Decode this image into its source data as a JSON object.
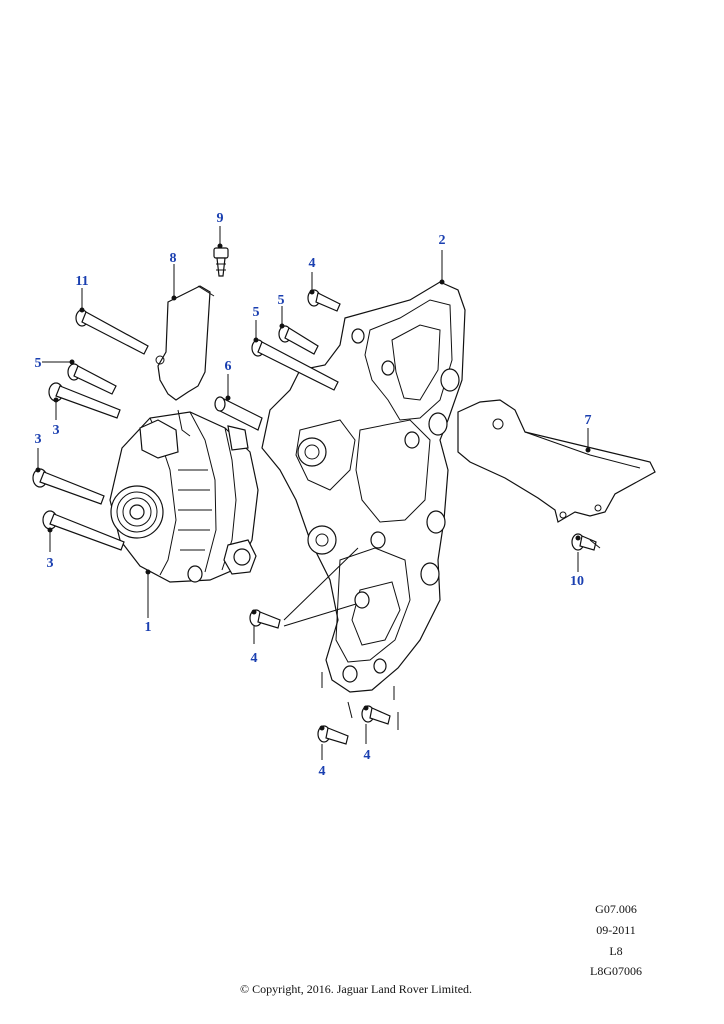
{
  "diagram": {
    "callouts": [
      {
        "id": "c1",
        "label": "1"
      },
      {
        "id": "c2",
        "label": "2"
      },
      {
        "id": "c3a",
        "label": "3"
      },
      {
        "id": "c3b",
        "label": "3"
      },
      {
        "id": "c3c",
        "label": "3"
      },
      {
        "id": "c4a",
        "label": "4"
      },
      {
        "id": "c4b",
        "label": "4"
      },
      {
        "id": "c4c",
        "label": "4"
      },
      {
        "id": "c4d",
        "label": "4"
      },
      {
        "id": "c5a",
        "label": "5"
      },
      {
        "id": "c5b",
        "label": "5"
      },
      {
        "id": "c5c",
        "label": "5"
      },
      {
        "id": "c6",
        "label": "6"
      },
      {
        "id": "c7",
        "label": "7"
      },
      {
        "id": "c8",
        "label": "8"
      },
      {
        "id": "c9",
        "label": "9"
      },
      {
        "id": "c10",
        "label": "10"
      },
      {
        "id": "c11",
        "label": "11"
      }
    ],
    "colors": {
      "callout": "#1a3fb0",
      "line": "#111111"
    }
  },
  "footer": {
    "code": "G07.006",
    "date": "09-2011",
    "model": "L8",
    "ref": "L8G07006",
    "copyright": "© Copyright, 2016. Jaguar Land Rover Limited."
  }
}
